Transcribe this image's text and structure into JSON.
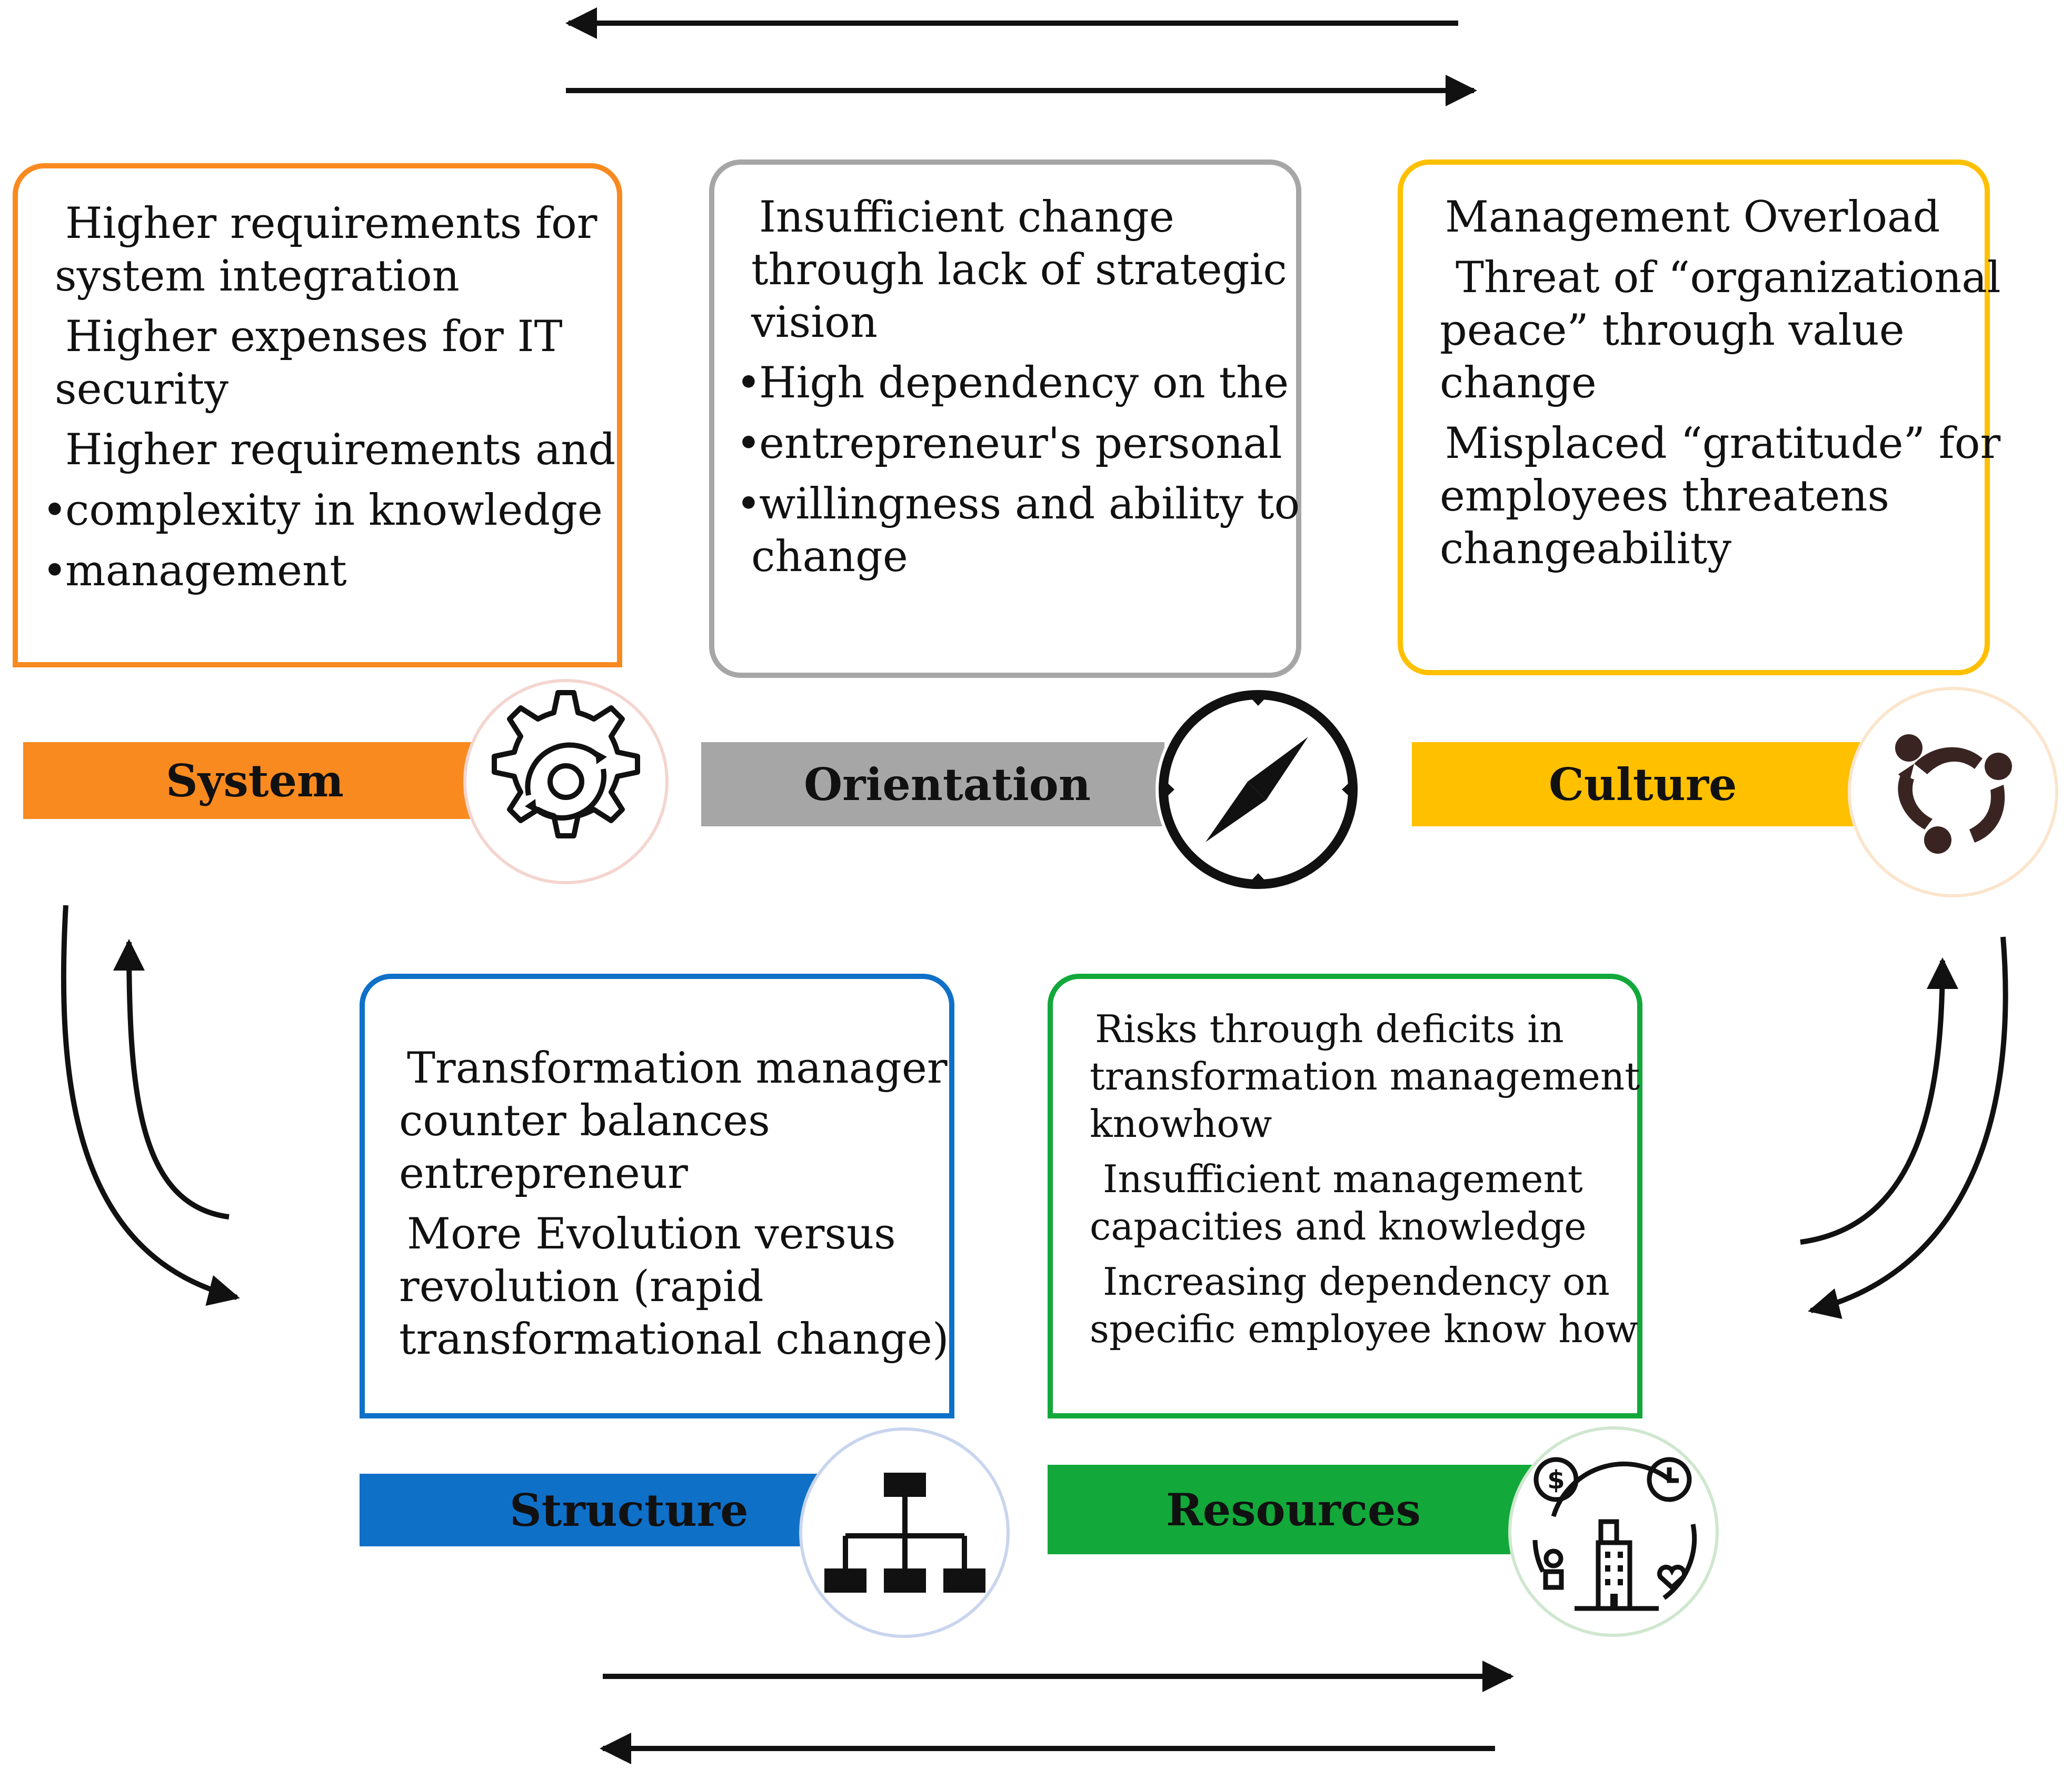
{
  "categories": {
    "system": {
      "label": "System",
      "color": "#f98a1f",
      "lines": [
        {
          "text": "Higher requirements for",
          "bullet": false,
          "indent": true
        },
        {
          "text": "system integration",
          "bullet": false,
          "indent": false
        },
        {
          "text": "Higher expenses for IT",
          "bullet": false,
          "indent": true
        },
        {
          "text": "security",
          "bullet": false,
          "indent": false
        },
        {
          "text": "Higher requirements and",
          "bullet": false,
          "indent": true
        },
        {
          "text": "complexity in knowledge",
          "bullet": true,
          "indent": false
        },
        {
          "text": "management",
          "bullet": true,
          "indent": false
        }
      ],
      "icon": "gear-cycle-icon"
    },
    "orientation": {
      "label": "Orientation",
      "color": "#a6a6a6",
      "lines": [
        {
          "text": "Insufficient change",
          "bullet": false,
          "indent": true
        },
        {
          "text": "through lack of strategic",
          "bullet": false,
          "indent": false
        },
        {
          "text": "vision",
          "bullet": false,
          "indent": false
        },
        {
          "text": "High dependency on the",
          "bullet": true,
          "indent": false
        },
        {
          "text": "entrepreneur's personal",
          "bullet": true,
          "indent": false
        },
        {
          "text": "willingness and ability to",
          "bullet": true,
          "indent": false
        },
        {
          "text": "change",
          "bullet": false,
          "indent": false
        }
      ],
      "icon": "compass-icon"
    },
    "culture": {
      "label": "Culture",
      "color": "#ffc000",
      "lines": [
        {
          "text": "Management Overload",
          "bullet": false,
          "indent": true
        },
        {
          "text": "Threat of “organizational",
          "bullet": false,
          "indent": true
        },
        {
          "text": "peace” through value",
          "bullet": false,
          "indent": false
        },
        {
          "text": "change",
          "bullet": false,
          "indent": false
        },
        {
          "text": "Misplaced “gratitude” for",
          "bullet": false,
          "indent": true
        },
        {
          "text": "employees threatens",
          "bullet": false,
          "indent": false
        },
        {
          "text": "changeability",
          "bullet": false,
          "indent": false
        }
      ],
      "icon": "people-cycle-icon"
    },
    "structure": {
      "label": "Structure",
      "color": "#0f70c8",
      "lines": [
        {
          "text": "Transformation manager",
          "bullet": false,
          "indent": true
        },
        {
          "text": "counter balances",
          "bullet": false,
          "indent": false
        },
        {
          "text": "entrepreneur",
          "bullet": false,
          "indent": false
        },
        {
          "text": "More Evolution versus",
          "bullet": false,
          "indent": true
        },
        {
          "text": "revolution (rapid",
          "bullet": false,
          "indent": false
        },
        {
          "text": "transformational change)",
          "bullet": false,
          "indent": false
        }
      ],
      "icon": "org-chart-icon"
    },
    "resources": {
      "label": "Resources",
      "color": "#12a83a",
      "lines": [
        {
          "text": "Risks through deficits in",
          "bullet": false,
          "indent": true
        },
        {
          "text": "transformation management",
          "bullet": false,
          "indent": false
        },
        {
          "text": "knowhow",
          "bullet": false,
          "indent": false
        },
        {
          "text": "Insufficient management",
          "bullet": false,
          "indent": true
        },
        {
          "text": "capacities and knowledge",
          "bullet": false,
          "indent": false
        },
        {
          "text": "Increasing dependency on",
          "bullet": false,
          "indent": true
        },
        {
          "text": "specific employee know how",
          "bullet": false,
          "indent": false
        }
      ],
      "icon": "resources-icon"
    }
  }
}
